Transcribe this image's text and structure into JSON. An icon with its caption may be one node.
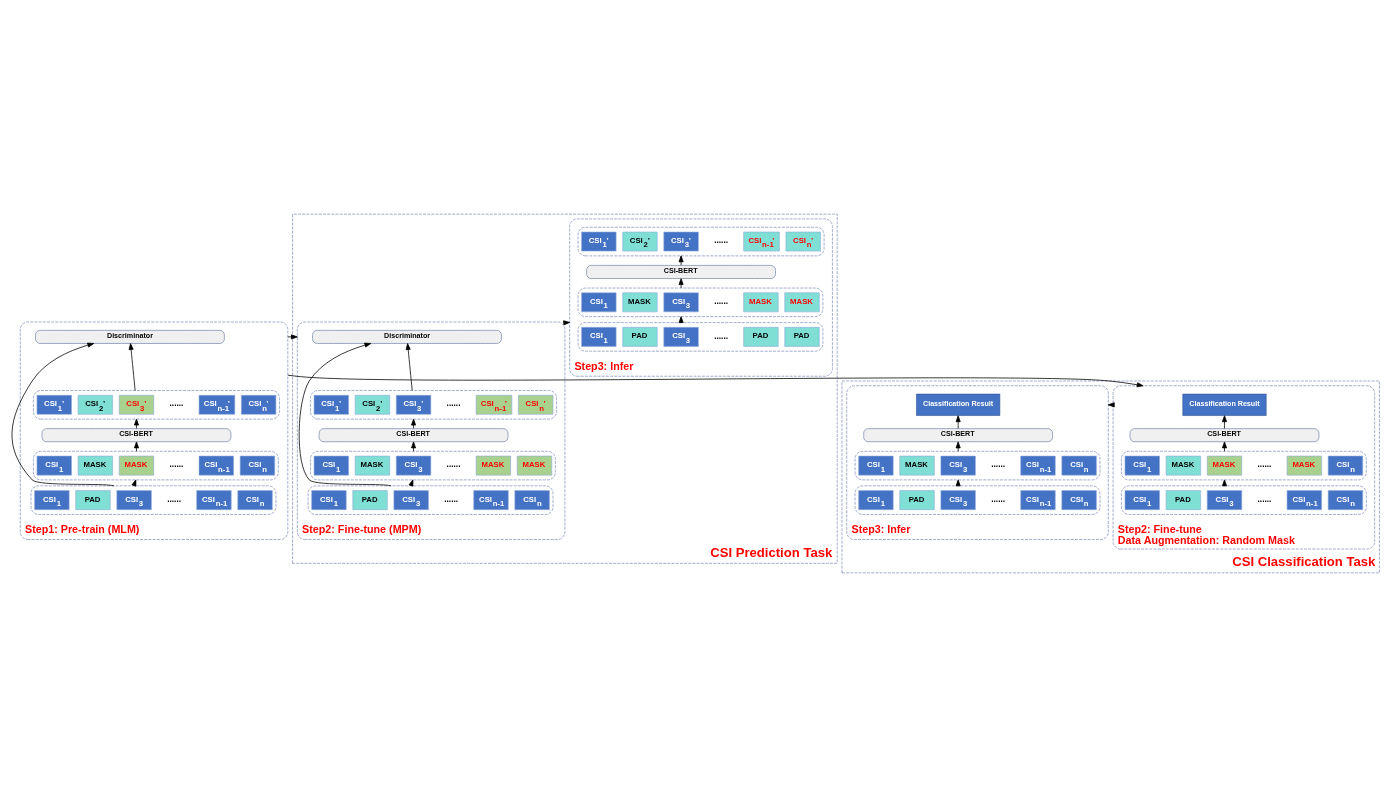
{
  "diagram": {
    "nodes": [
      {
        "text": [
          "Step1: Pre-train (MLM)"
        ]
      },
      {
        "text": [
          "Discriminator"
        ],
        "in": 0
      },
      {
        "text": [],
        "shape": "box",
        "in": 0
      },
      {
        "text": [
          "CSI$_{1}$’"
        ],
        "in": 2
      },
      {
        "text": [
          "CSI$_{2}$’"
        ],
        "in": 2
      },
      {
        "text": [
          "CSI$_{3}$’"
        ],
        "in": 2
      },
      {
        "text": [
          "CSI$_{n-1}$’"
        ],
        "in": 2
      },
      {
        "text": [
          "CSI$_{n}$’"
        ],
        "in": 2
      },
      {
        "text": [
          "CSI-BERT"
        ],
        "in": 0
      },
      {
        "text": [],
        "shape": "box",
        "in": 0
      },
      {
        "text": [
          "CSI$_{1}$"
        ],
        "in": 9
      },
      {
        "text": [
          "MASK"
        ],
        "in": 9
      },
      {
        "text": [
          "MASK"
        ],
        "in": 9
      },
      {
        "text": [
          "CSI$_{n-1}$"
        ],
        "in": 9
      },
      {
        "text": [
          "CSI$_{n}$"
        ],
        "in": 9
      },
      {
        "text": [],
        "shape": "box",
        "in": 0
      },
      {
        "text": [
          "CSI$_{1}$"
        ],
        "in": 15
      },
      {
        "text": [
          "PAD"
        ],
        "in": 15
      },
      {
        "text": [
          "CSI$_{3}$"
        ],
        "in": 15
      },
      {
        "text": [
          "CSI$_{n-1}$"
        ],
        "in": 15
      },
      {
        "text": [
          "CSI$_{n}$"
        ],
        "in": 15
      },
      {
        "text": [
          "CSI Prediction Task"
        ]
      },
      {
        "text": [
          "Step2: Fine-tune (MPM)"
        ],
        "in": 21
      },
      {
        "text": [
          "Discriminator"
        ],
        "in": 22
      },
      {
        "text": [],
        "shape": "box",
        "in": 22
      },
      {
        "text": [
          "CSI$_{1}$’"
        ],
        "in": 24
      },
      {
        "text": [
          "CSI$_{2}$’"
        ],
        "in": 24
      },
      {
        "text": [
          "CSI$_{3}$’"
        ],
        "in": 24
      },
      {
        "text": [
          "CSI$_{n-1}$’"
        ],
        "in": 24
      },
      {
        "text": [
          "CSI$_{n}$’"
        ],
        "in": 24
      },
      {
        "text": [
          "CSI-BERT"
        ],
        "in": 22
      },
      {
        "text": [],
        "shape": "box",
        "in": 22
      },
      {
        "text": [
          "CSI$_{1}$"
        ],
        "in": 31
      },
      {
        "text": [
          "MASK"
        ],
        "in": 31
      },
      {
        "text": [
          "CSI$_{3}$"
        ],
        "in": 31
      },
      {
        "text": [
          "MASK"
        ],
        "in": 31
      },
      {
        "text": [
          "MASK"
        ],
        "in": 31
      },
      {
        "text": [],
        "shape": "box",
        "in": 22
      },
      {
        "text": [
          "CSI$_{1}$"
        ],
        "in": 37
      },
      {
        "text": [
          "PAD"
        ],
        "in": 37
      },
      {
        "text": [
          "CSI$_{3}$"
        ],
        "in": 37
      },
      {
        "text": [
          "CSI$_{n-1}$"
        ],
        "in": 37
      },
      {
        "text": [
          "CSI$_{n}$"
        ],
        "in": 37
      },
      {
        "text": [
          "Step3: Infer"
        ],
        "in": 21
      },
      {
        "text": [],
        "shape": "box",
        "in": 43
      },
      {
        "text": [
          "CSI$_{1}$’"
        ],
        "in": 44
      },
      {
        "text": [
          "CSI$_{2}$’"
        ],
        "in": 44
      },
      {
        "text": [
          "CSI$_{3}$’"
        ],
        "in": 44
      },
      {
        "text": [
          "CSI$_{n-1}$’"
        ],
        "in": 44
      },
      {
        "text": [
          "CSI$_{n}$’"
        ],
        "in": 44
      },
      {
        "text": [
          "CSI-BERT"
        ],
        "in": 43
      },
      {
        "text": [],
        "shape": "box",
        "in": 43
      },
      {
        "text": [
          "CSI$_{1}$"
        ],
        "in": 51
      },
      {
        "text": [
          "MASK"
        ],
        "in": 51
      },
      {
        "text": [
          "CSI$_{3}$"
        ],
        "in": 51
      },
      {
        "text": [
          "MASK"
        ],
        "in": 51
      },
      {
        "text": [
          "MASK"
        ],
        "in": 51
      },
      {
        "text": [],
        "shape": "box",
        "in": 43
      },
      {
        "text": [
          "CSI$_{1}$"
        ],
        "in": 57
      },
      {
        "text": [
          "PAD"
        ],
        "in": 57
      },
      {
        "text": [
          "CSI$_{3}$"
        ],
        "in": 57
      },
      {
        "text": [
          "PAD"
        ],
        "in": 57
      },
      {
        "text": [
          "PAD"
        ],
        "in": 57
      },
      {
        "text": [
          "CSI Classification Task"
        ]
      },
      {
        "text": [
          "Step2: Fine-tune",
          "Data Augmentation: Random Mask"
        ],
        "in": 63
      },
      {
        "text": [
          "Classification Result"
        ],
        "in": 64
      },
      {
        "text": [
          "CSI-BERT"
        ],
        "in": 64
      },
      {
        "text": [],
        "shape": "box",
        "in": 64
      },
      {
        "text": [
          "CSI$_{1}$"
        ],
        "in": 67
      },
      {
        "text": [
          "MASK"
        ],
        "in": 67
      },
      {
        "text": [
          "MASK"
        ],
        "in": 67
      },
      {
        "text": [
          "MASK"
        ],
        "in": 67
      },
      {
        "text": [
          "CSI$_{n}$"
        ],
        "in": 67
      },
      {
        "text": [],
        "shape": "box",
        "in": 64
      },
      {
        "text": [
          "CSI$_{1}$"
        ],
        "in": 73
      },
      {
        "text": [
          "PAD"
        ],
        "in": 73
      },
      {
        "text": [
          "CSI$_{3}$"
        ],
        "in": 73
      },
      {
        "text": [
          "CSI$_{n-1}$"
        ],
        "in": 73
      },
      {
        "text": [
          "CSI$_{n}$"
        ],
        "in": 73
      },
      {
        "text": [
          "Step3: Infer"
        ],
        "in": 63
      },
      {
        "text": [
          "Classification Result"
        ],
        "in": 79
      },
      {
        "text": [
          "CSI-BERT"
        ],
        "in": 79
      },
      {
        "text": [],
        "shape": "box",
        "in": 79
      },
      {
        "text": [
          "CSI$_{1}$"
        ],
        "in": 82
      },
      {
        "text": [
          "MASK"
        ],
        "in": 82
      },
      {
        "text": [
          "CSI$_{3}$"
        ],
        "in": 82
      },
      {
        "text": [
          "CSI$_{n-1}$"
        ],
        "in": 82
      },
      {
        "text": [
          "CSI$_{n}$"
        ],
        "in": 82
      },
      {
        "text": [],
        "shape": "box",
        "in": 79
      },
      {
        "text": [
          "CSI$_{1}$"
        ],
        "in": 88
      },
      {
        "text": [
          "PAD"
        ],
        "in": 88
      },
      {
        "text": [
          "CSI$_{3}$"
        ],
        "in": 88
      },
      {
        "text": [
          "CSI$_{n-1}$"
        ],
        "in": 88
      },
      {
        "text": [
          "CSI$_{n}$"
        ],
        "in": 88
      }
    ],
    "edges": [
      {
        "from": 15,
        "to": 9,
        "arrow": "to"
      },
      {
        "from": 9,
        "to": 8,
        "arrow": "to"
      },
      {
        "from": 8,
        "to": 2,
        "arrow": "to"
      },
      {
        "from": 2,
        "to": 1,
        "arrow": "to"
      },
      {
        "from": 15,
        "to": 1,
        "arrow": "to"
      },
      {
        "from": 0,
        "to": 22,
        "arrow": "to"
      },
      {
        "from": 0,
        "to": 64,
        "arrow": "to"
      },
      {
        "from": 37,
        "to": 31,
        "arrow": "to"
      },
      {
        "from": 31,
        "to": 30,
        "arrow": "to"
      },
      {
        "from": 30,
        "to": 24,
        "arrow": "to"
      },
      {
        "from": 24,
        "to": 23,
        "arrow": "to"
      },
      {
        "from": 37,
        "to": 23,
        "arrow": "to"
      },
      {
        "from": 22,
        "to": 43,
        "arrow": "to"
      },
      {
        "from": 57,
        "to": 51,
        "arrow": "to"
      },
      {
        "from": 51,
        "to": 50,
        "arrow": "to"
      },
      {
        "from": 50,
        "to": 44,
        "arrow": "to"
      },
      {
        "from": 73,
        "to": 67,
        "arrow": "to"
      },
      {
        "from": 67,
        "to": 66,
        "arrow": "to"
      },
      {
        "from": 66,
        "to": 65,
        "arrow": "to"
      },
      {
        "from": 64,
        "to": 79,
        "arrow": "to"
      },
      {
        "from": 88,
        "to": 82,
        "arrow": "to"
      },
      {
        "from": 82,
        "to": 81,
        "arrow": "to"
      },
      {
        "from": 81,
        "to": 80,
        "arrow": "to"
      }
    ],
    "labels": [
      "......",
      "......",
      "......",
      "......",
      "......",
      "......",
      "......",
      "......",
      "......",
      "......",
      "......",
      "......",
      "......"
    ]
  }
}
